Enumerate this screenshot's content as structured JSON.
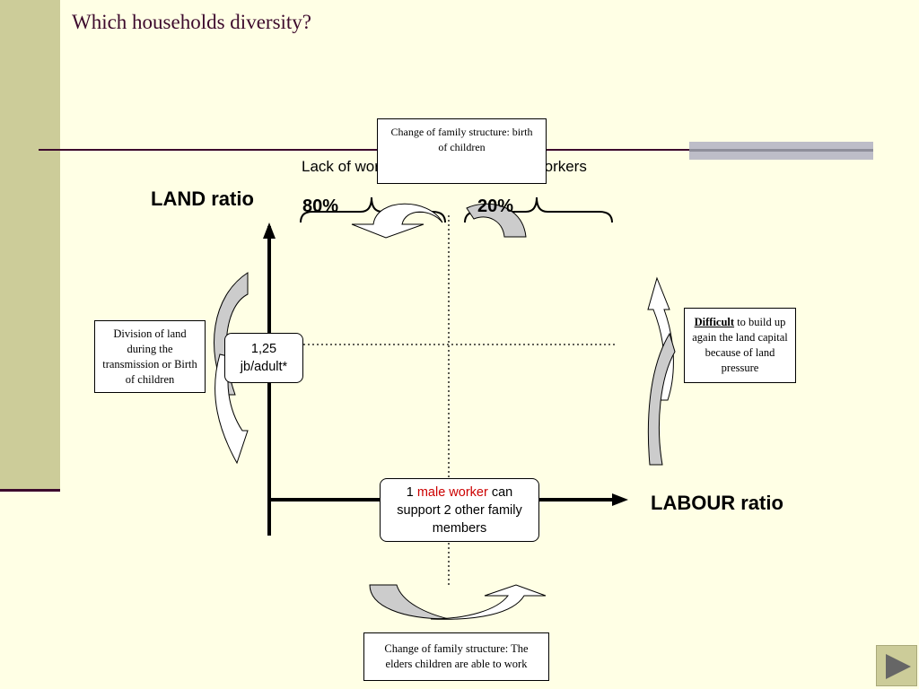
{
  "slide": {
    "title": "Which households diversity?"
  },
  "axes": {
    "y_label": "LAND ratio",
    "x_label": "LABOUR ratio"
  },
  "workers": {
    "lack_label": "Lack of worker",
    "enough_label": "Enough workers",
    "lack_pct": "80%",
    "enough_pct": "20%"
  },
  "boxes": {
    "top": "Change of family structure: birth of children",
    "left": "Division of land during the transmission or Birth of children",
    "threshold": "1,25 jb/adult*",
    "right_bold": "Difficult",
    "right_rest": " to build up again the land capital because of land pressure",
    "bottom": "Change of family structure: The elders children are able to work",
    "center_prefix": "1 ",
    "center_highlight": "male worker",
    "center_suffix": " can support 2 other family members"
  },
  "colors": {
    "background": "#FFFFE5",
    "band": "#CCCC99",
    "title": "#3D0A2D",
    "arrow_fill": "#CCCCCC",
    "highlight": "#CC0000"
  },
  "icons": {
    "nav": "play-triangle-icon"
  }
}
